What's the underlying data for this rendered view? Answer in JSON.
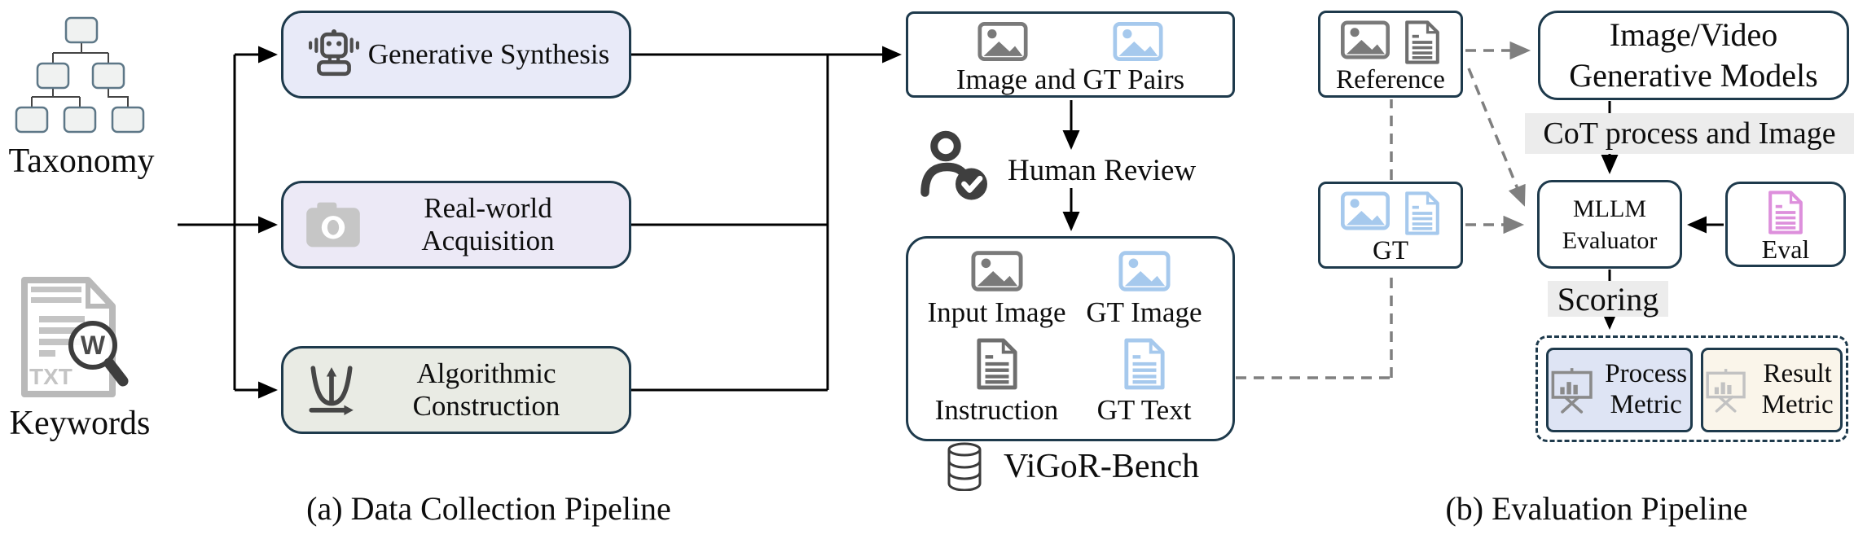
{
  "colors": {
    "box_border": "#1e3a4c",
    "generative_synthesis_fill": "#e8eaf8",
    "real_world_fill": "#ece9f6",
    "algorithmic_fill": "#e9ebe4",
    "process_metric_fill": "#dee4f4",
    "result_metric_fill": "#faf5ea",
    "blue_icon": "#a6c9ed",
    "gray_icon": "#7a7a7a",
    "pink_icon": "#dd8fdc",
    "dashed_line": "#7f7f7f",
    "highlight_bg": "#ececec"
  },
  "left_inputs": {
    "taxonomy_label": "Taxonomy",
    "keywords_label": "Keywords",
    "keywords_doc_text": "TXT",
    "keywords_lens_letter": "W"
  },
  "sources": {
    "generative": "Generative Synthesis",
    "real_world": "Real-world Acquisition",
    "algorithmic": "Algorithmic Construction"
  },
  "collection": {
    "pairs_label": "Image and GT Pairs",
    "human_review": "Human Review",
    "input_image": "Input Image",
    "gt_image": "GT Image",
    "instruction": "Instruction",
    "gt_text": "GT Text",
    "bench_name": "ViGoR-Bench",
    "caption": "(a) Data Collection Pipeline"
  },
  "evaluation": {
    "reference": "Reference",
    "gt": "GT",
    "generative_models_line1": "Image/Video",
    "generative_models_line2": "Generative Models",
    "cot": "CoT process and Image",
    "mllm_line1": "MLLM",
    "mllm_line2": "Evaluator",
    "eval": "Eval",
    "scoring": "Scoring",
    "process_metric": "Process Metric",
    "result_metric": "Result Metric",
    "caption": "(b) Evaluation Pipeline"
  }
}
